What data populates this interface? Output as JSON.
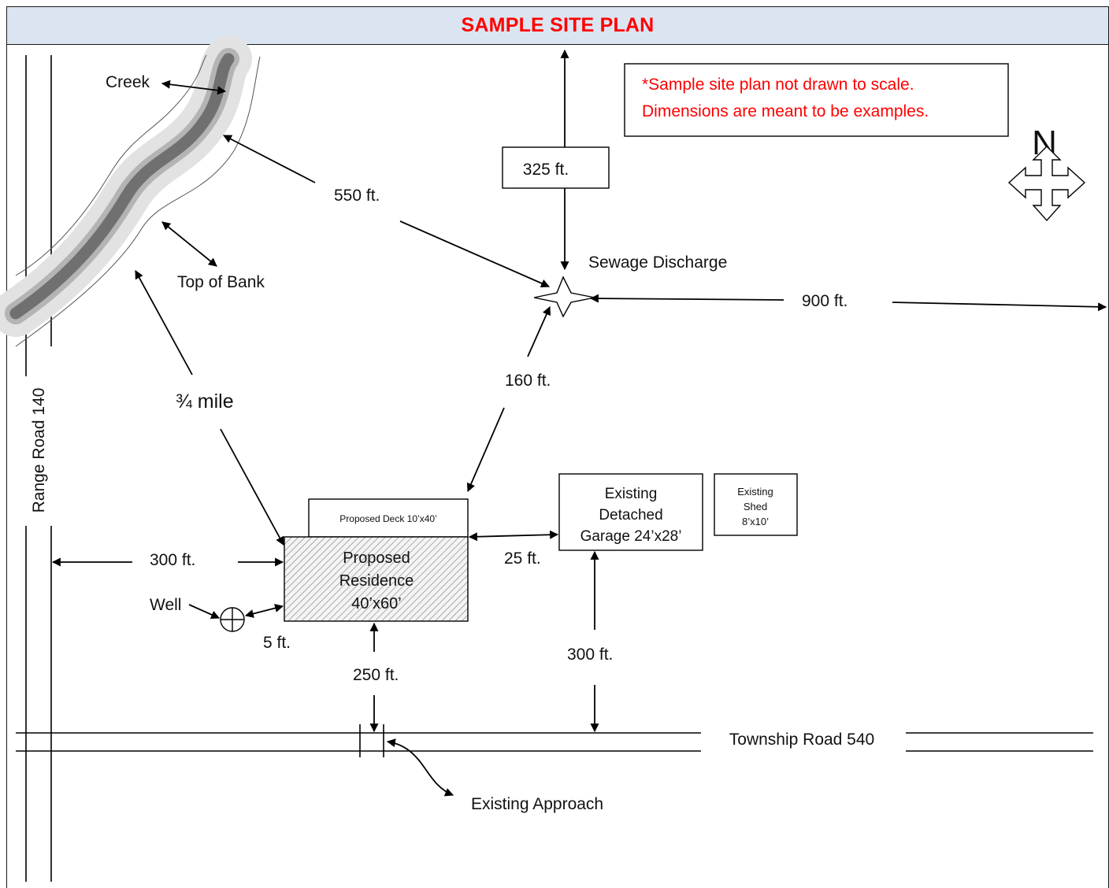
{
  "title": "SAMPLE SITE PLAN",
  "disclaimer": {
    "line1": "*Sample site plan not drawn to scale.",
    "line2": "Dimensions are meant to be examples."
  },
  "compass": {
    "north": "N"
  },
  "roads": {
    "range_road": "Range Road 140",
    "township_road": "Township Road 540"
  },
  "features": {
    "creek": "Creek",
    "top_of_bank": "Top of Bank",
    "sewage": "Sewage Discharge",
    "well": "Well",
    "approach": "Existing Approach"
  },
  "buildings": {
    "deck": "Proposed Deck 10’x40’",
    "residence": {
      "line1": "Proposed",
      "line2": "Residence",
      "line3": "40’x60’"
    },
    "garage": {
      "line1": "Existing",
      "line2": "Detached",
      "line3": "Garage 24’x28’"
    },
    "shed": {
      "line1": "Existing",
      "line2": "Shed",
      "line3": "8’x10’"
    }
  },
  "dimensions": {
    "north_boundary": "325 ft.",
    "creek_distance": "550 ft.",
    "east_boundary": "900 ft.",
    "residence_to_sewage": "160 ft.",
    "bank_distance": "¾ mile",
    "range_road_setback": "300 ft.",
    "deck_to_garage": "25 ft.",
    "well_distance": "5 ft.",
    "residence_to_road": "250 ft.",
    "garage_to_road": "300 ft."
  },
  "colors": {
    "header_bg": "#dbe5f1",
    "title": "#ff0000",
    "note_text": "#ff0000",
    "creek": "#707070"
  }
}
